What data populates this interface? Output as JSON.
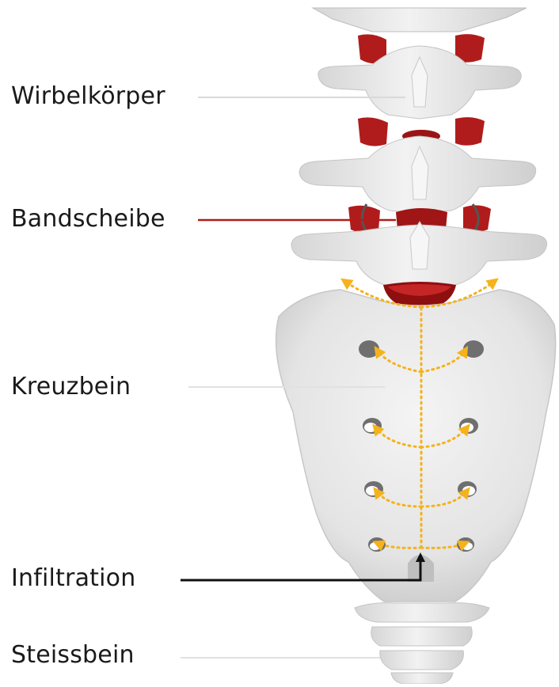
{
  "labels": {
    "vertebra": "Wirbelkörper",
    "disc": "Bandscheibe",
    "sacrum": "Kreuzbein",
    "infiltration": "Infiltration",
    "coccyx": "Steissbein"
  },
  "colors": {
    "bone": "#ebebeb",
    "bone_shadow": "#bdbdbd",
    "disc_red": "#b01c1c",
    "disc_dark": "#7a0b0b",
    "flow_arrow": "#f5b21b",
    "leader_grey": "#d9d9d9",
    "leader_red": "#b01c1c",
    "leader_black": "#111111",
    "hole": "#6f6f6f"
  }
}
